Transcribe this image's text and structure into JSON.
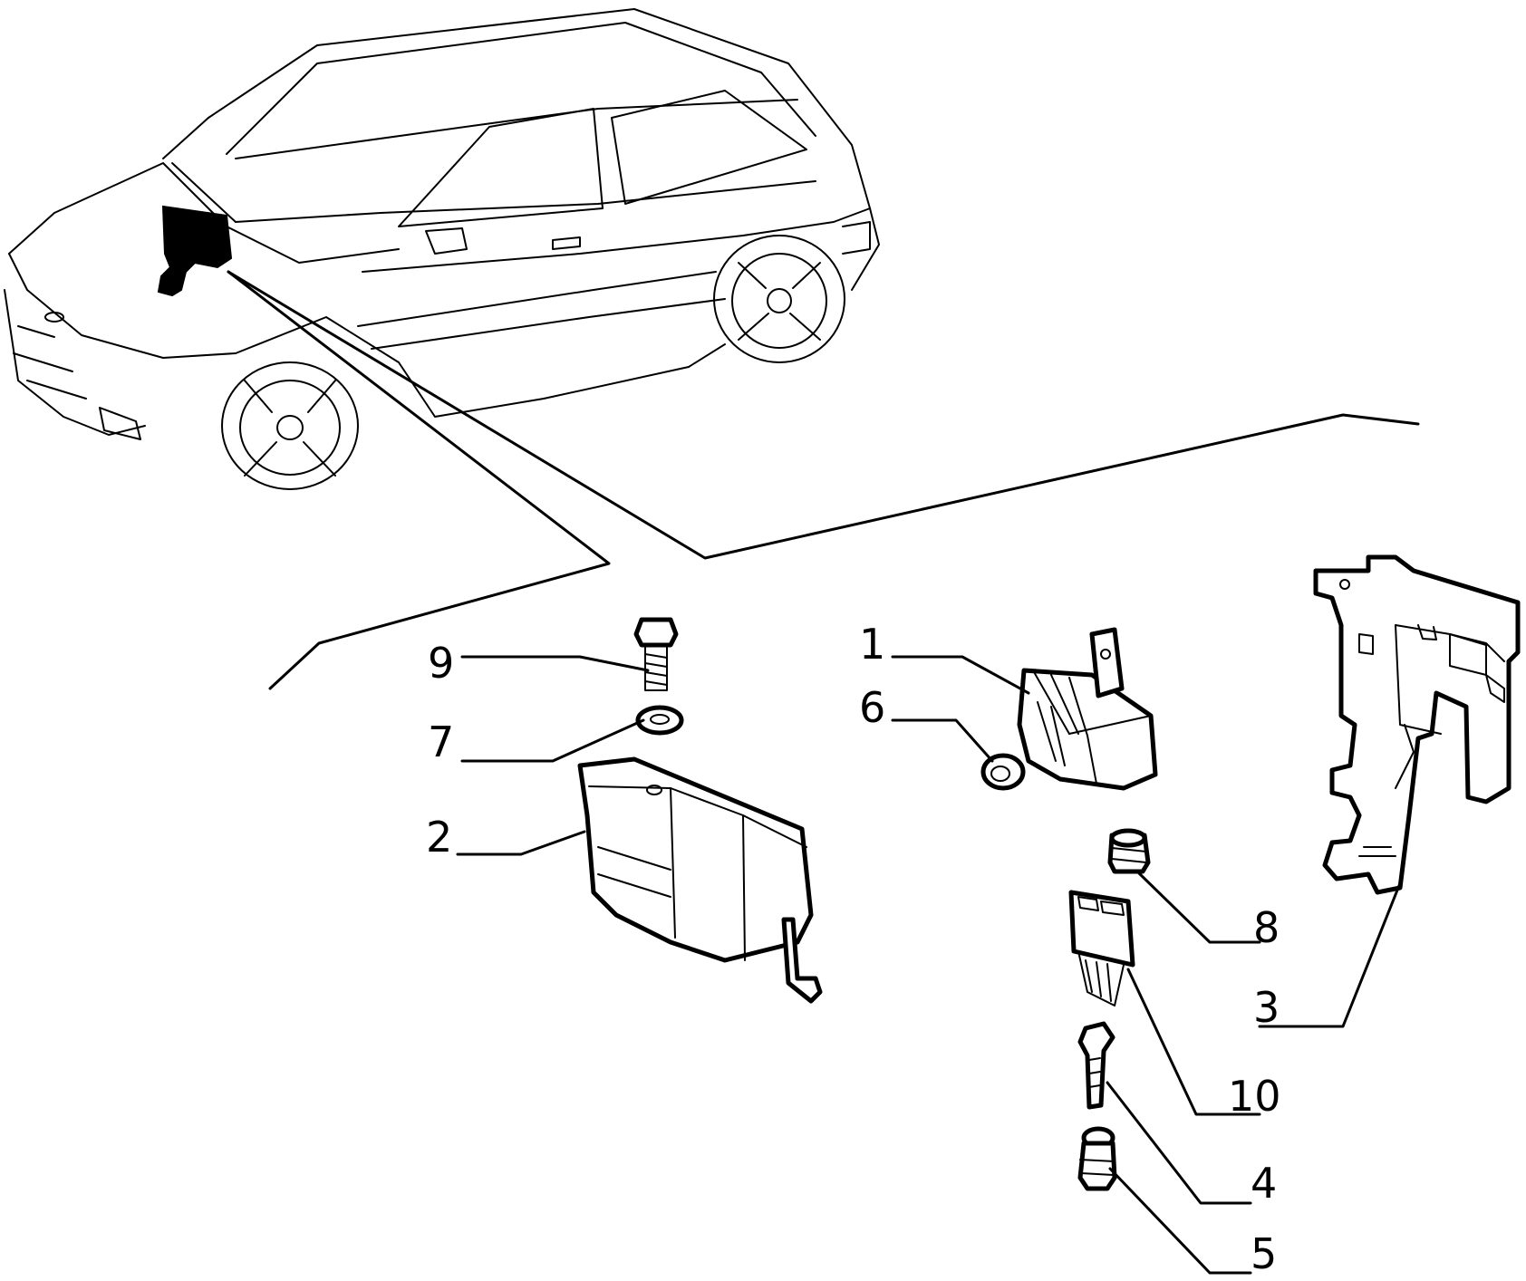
{
  "diagram": {
    "type": "exploded-parts-view",
    "parts": [
      {
        "id": "part-1",
        "label": "1"
      },
      {
        "id": "part-2",
        "label": "2"
      },
      {
        "id": "part-3",
        "label": "3"
      },
      {
        "id": "part-4",
        "label": "4"
      },
      {
        "id": "part-5",
        "label": "5"
      },
      {
        "id": "part-6",
        "label": "6"
      },
      {
        "id": "part-7",
        "label": "7"
      },
      {
        "id": "part-8",
        "label": "8"
      },
      {
        "id": "part-9",
        "label": "9"
      },
      {
        "id": "part-10",
        "label": "10"
      }
    ]
  }
}
